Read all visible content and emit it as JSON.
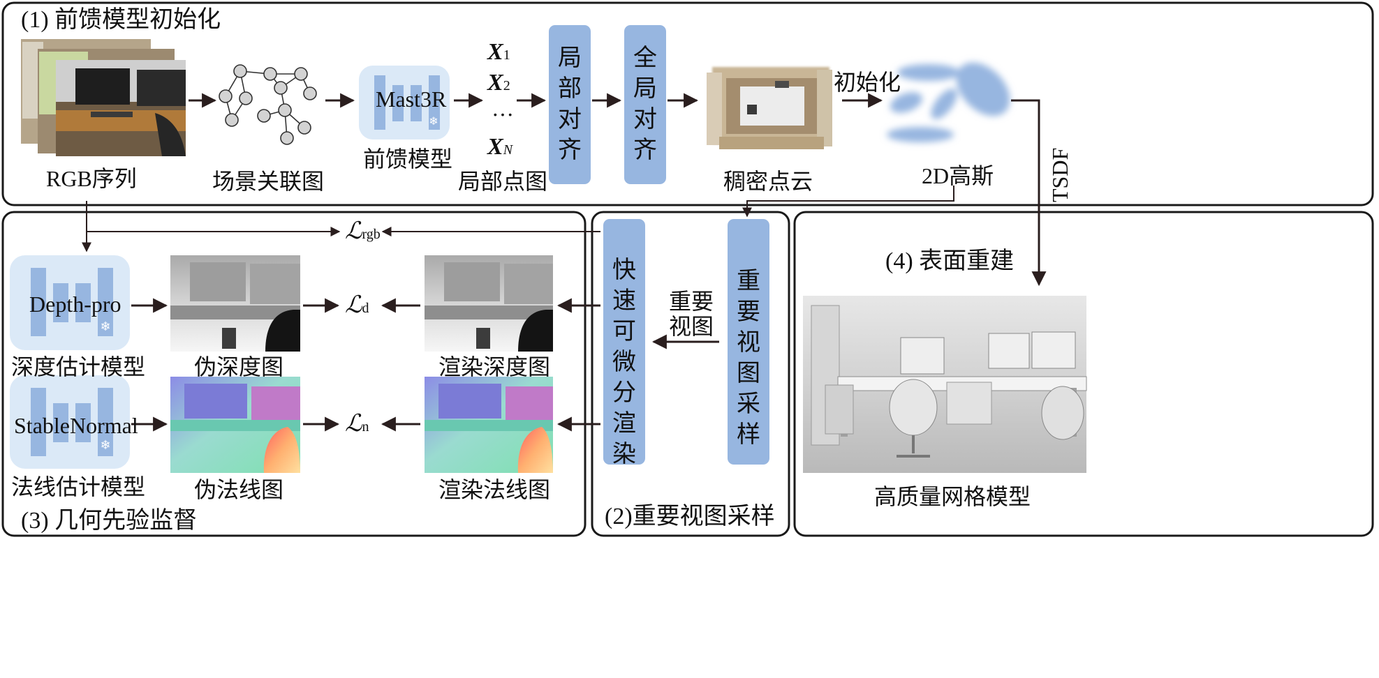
{
  "sections": {
    "s1": "(1) 前馈模型初始化",
    "s2": "(2)重要视图采样",
    "s3": "(3) 几何先验监督",
    "s4": "(4) 表面重建"
  },
  "labels": {
    "rgb_seq": "RGB序列",
    "scene_graph": "场景关联图",
    "ff_model_name": "Mast3R",
    "ff_model": "前馈模型",
    "local_pointmap": "局部点图",
    "local_align": "局部对齐",
    "global_align": "全局对齐",
    "dense_cloud": "稠密点云",
    "init": "初始化",
    "gauss2d": "2D高斯",
    "tsdf": "TSDF",
    "depth_model_name": "Depth-pro",
    "depth_model": "深度估计模型",
    "normal_model_name": "StableNormal",
    "normal_model": "法线估计模型",
    "pseudo_depth": "伪深度图",
    "pseudo_normal": "伪法线图",
    "render_depth": "渲染深度图",
    "render_normal": "渲染法线图",
    "fast_render": "快速可微分渲染",
    "view_sampling": "重要视图采样",
    "key_views": "重要视图",
    "mesh": "高质量网格模型"
  },
  "points": {
    "x1": "X",
    "x1_sub": "1",
    "x2": "X",
    "x2_sub": "2",
    "dots": "···",
    "xn": "X",
    "xn_sub": "N"
  },
  "losses": {
    "rgb": "ℒ",
    "rgb_sub": "rgb",
    "d": "ℒ",
    "d_sub": "d",
    "n": "ℒ",
    "n_sub": "n"
  },
  "colors": {
    "accent_blue": "#97b6e0",
    "panel_blue": "#dbe9f7",
    "border": "#1a1a1a",
    "arrow": "#2a1e1e"
  }
}
